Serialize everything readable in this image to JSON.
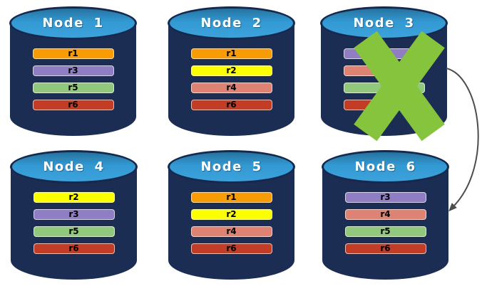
{
  "nodes": [
    {
      "label": "Node 1",
      "failed": false,
      "replicas": [
        {
          "label": "r1",
          "color": "#F89C05"
        },
        {
          "label": "r3",
          "color": "#8F7EC4"
        },
        {
          "label": "r5",
          "color": "#92C87D"
        },
        {
          "label": "r6",
          "color": "#C33D26"
        }
      ]
    },
    {
      "label": "Node 2",
      "failed": false,
      "replicas": [
        {
          "label": "r1",
          "color": "#F89C05"
        },
        {
          "label": "r2",
          "color": "#FCFF00"
        },
        {
          "label": "r4",
          "color": "#DE8273"
        },
        {
          "label": "r6",
          "color": "#C33D26"
        }
      ]
    },
    {
      "label": "Node 3",
      "failed": true,
      "replicas": [
        {
          "label": "r3",
          "color": "#8F7EC4"
        },
        {
          "label": "",
          "color": "#DE8273"
        },
        {
          "label": "",
          "color": "#92C87D"
        },
        {
          "label": "",
          "color": "#C33D26"
        }
      ]
    },
    {
      "label": "Node 4",
      "failed": false,
      "replicas": [
        {
          "label": "r2",
          "color": "#FCFF00"
        },
        {
          "label": "r3",
          "color": "#8F7EC4"
        },
        {
          "label": "r5",
          "color": "#92C87D"
        },
        {
          "label": "r6",
          "color": "#C33D26"
        }
      ]
    },
    {
      "label": "Node 5",
      "failed": false,
      "replicas": [
        {
          "label": "r1",
          "color": "#F89C05"
        },
        {
          "label": "r2",
          "color": "#FCFF00"
        },
        {
          "label": "r4",
          "color": "#DE8273"
        },
        {
          "label": "r6",
          "color": "#C33D26"
        }
      ]
    },
    {
      "label": "Node 6",
      "failed": false,
      "replicas": [
        {
          "label": "r3",
          "color": "#8F7EC4"
        },
        {
          "label": "r4",
          "color": "#DE8273"
        },
        {
          "label": "r5",
          "color": "#92C87D"
        },
        {
          "label": "r6",
          "color": "#C33D26"
        }
      ]
    }
  ],
  "failure_cross": {
    "on_node": "Node 3",
    "color": "#85C43C"
  },
  "arrow": {
    "from": "Node 3",
    "to": "Node 6",
    "color": "#4D4D4D"
  },
  "colors": {
    "cylinder_body": "#1B2D52",
    "cylinder_top": "#3399D3",
    "cylinder_outline": "#15294E",
    "background": "#FFFFFF"
  }
}
